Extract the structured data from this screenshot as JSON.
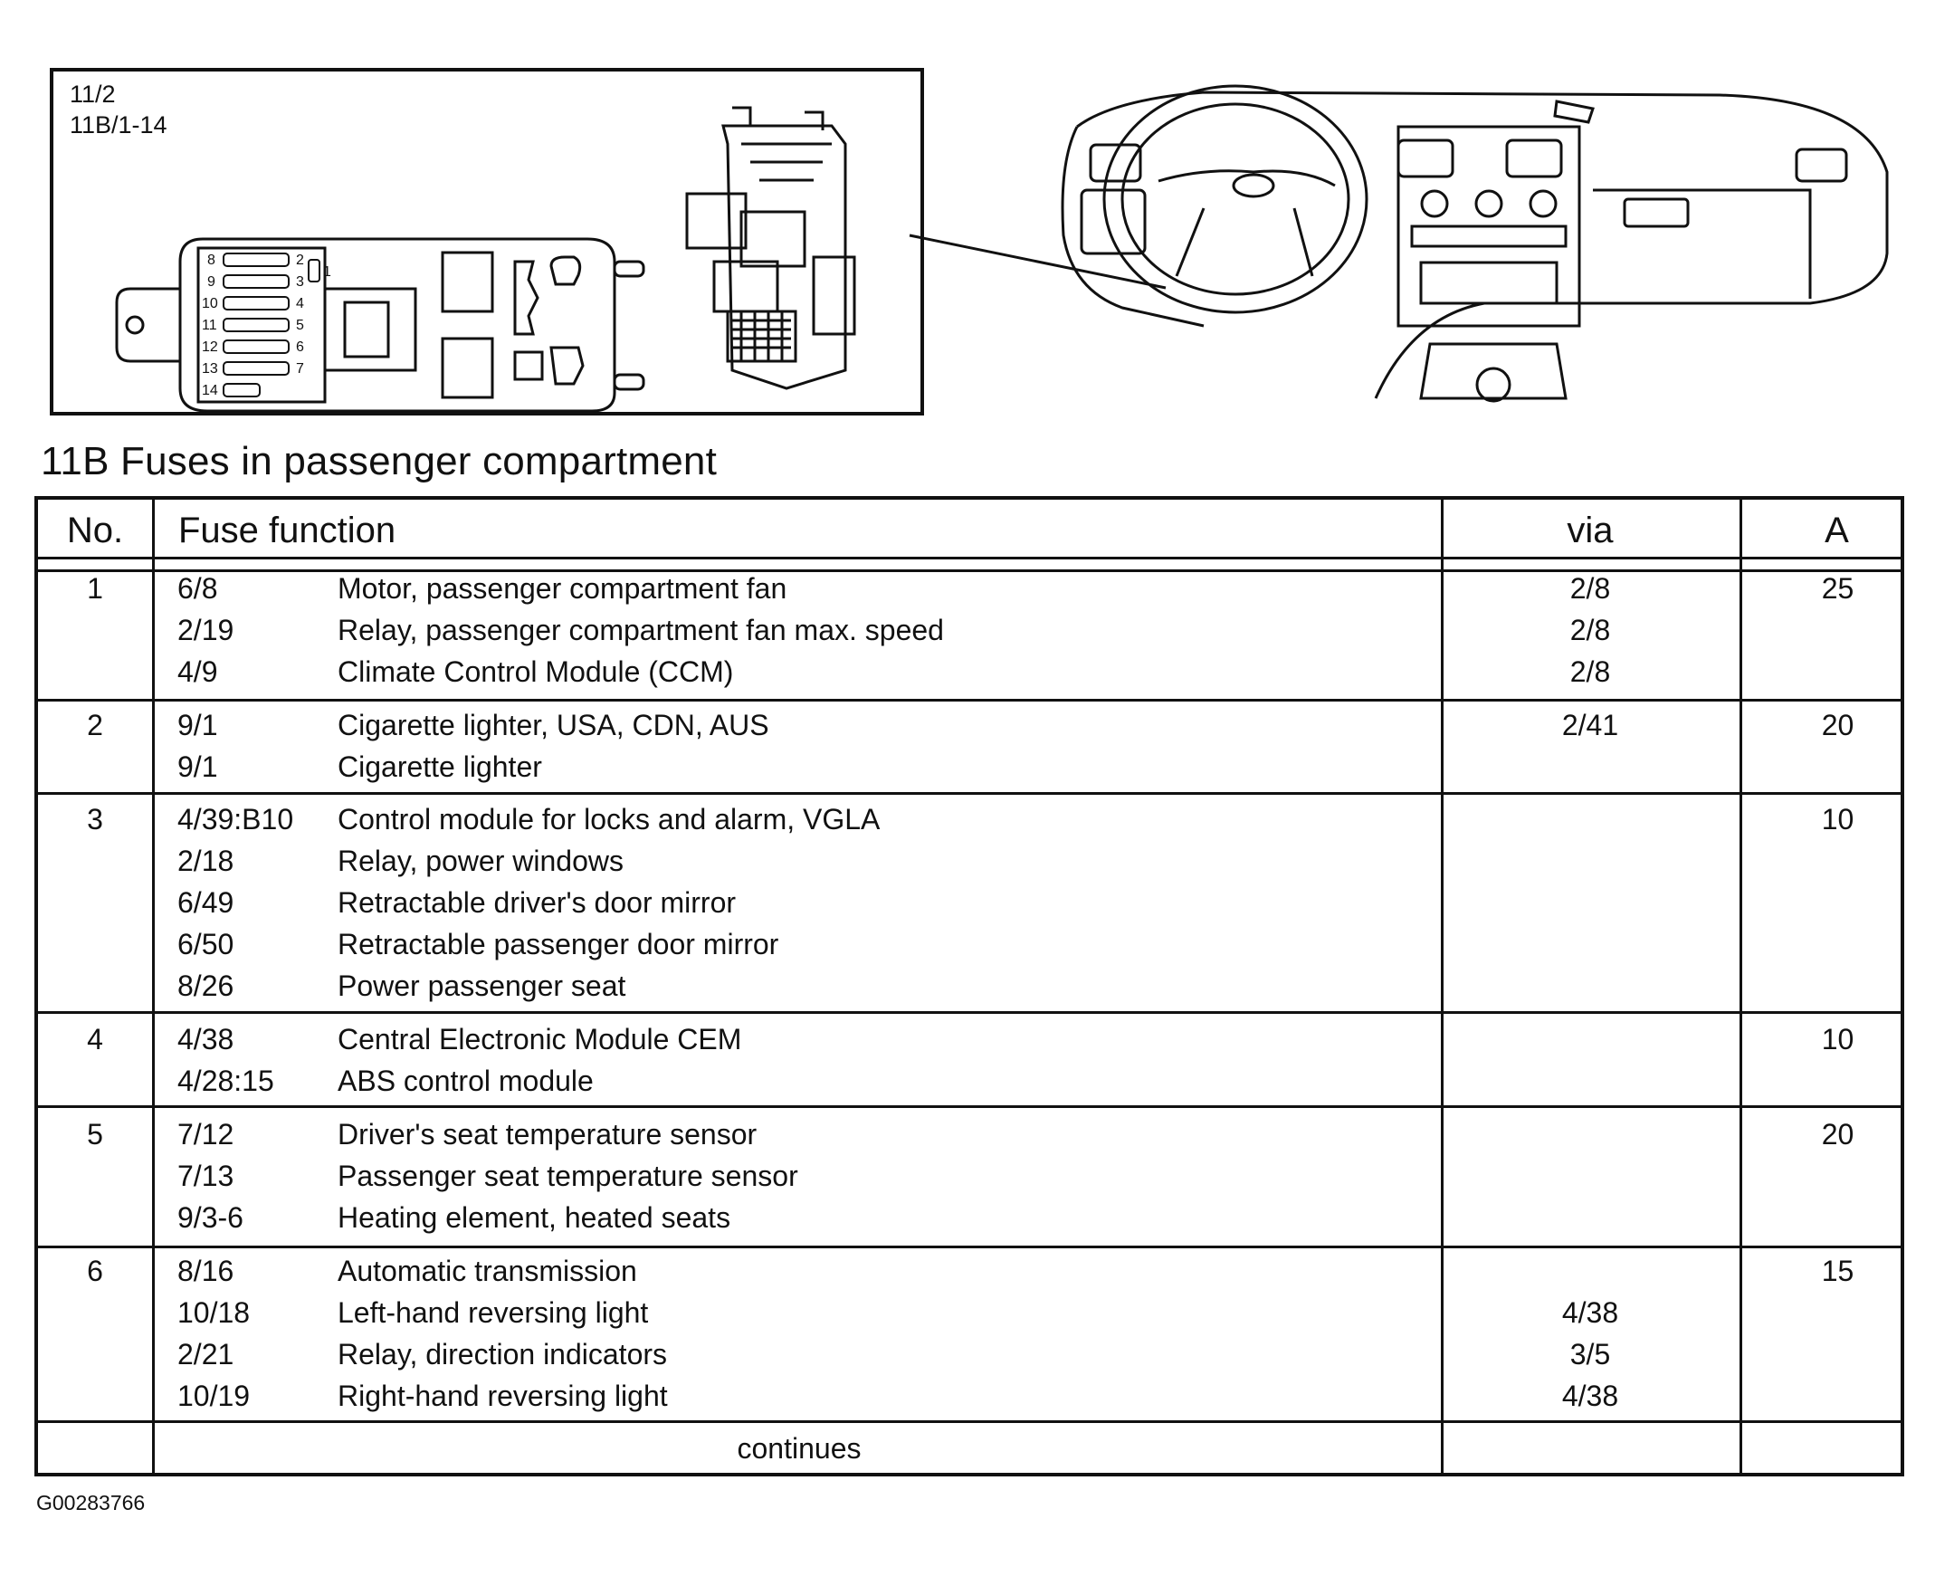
{
  "figure": {
    "references": [
      "11/2",
      "11B/1-14"
    ],
    "fuse_numbers": [
      "8",
      "9",
      "10",
      "11",
      "12",
      "13",
      "14",
      "2",
      "3",
      "4",
      "5",
      "6",
      "7",
      "1"
    ],
    "figure_id": "G00283766"
  },
  "section_title": "11B Fuses in passenger compartment",
  "table": {
    "headers": {
      "no": "No.",
      "function": "Fuse function",
      "via": "via",
      "amp": "A"
    },
    "groups": [
      {
        "no": "1",
        "amp": "25",
        "rows": [
          {
            "code": "6/8",
            "function": "Motor, passenger compartment fan",
            "via": "2/8"
          },
          {
            "code": "2/19",
            "function": "Relay, passenger compartment fan max. speed",
            "via": "2/8"
          },
          {
            "code": "4/9",
            "function": "Climate Control Module (CCM)",
            "via": "2/8"
          }
        ]
      },
      {
        "no": "2",
        "amp": "20",
        "rows": [
          {
            "code": "9/1",
            "function": "Cigarette lighter, USA, CDN, AUS",
            "via": "2/41"
          },
          {
            "code": "9/1",
            "function": "Cigarette lighter",
            "via": ""
          }
        ]
      },
      {
        "no": "3",
        "amp": "10",
        "rows": [
          {
            "code": "4/39:B10",
            "function": "Control module for locks and alarm, VGLA",
            "via": ""
          },
          {
            "code": "2/18",
            "function": "Relay, power windows",
            "via": ""
          },
          {
            "code": "6/49",
            "function": "Retractable driver's door mirror",
            "via": ""
          },
          {
            "code": "6/50",
            "function": "Retractable passenger door mirror",
            "via": ""
          },
          {
            "code": "8/26",
            "function": "Power passenger seat",
            "via": ""
          }
        ]
      },
      {
        "no": "4",
        "amp": "10",
        "rows": [
          {
            "code": "4/38",
            "function": "Central Electronic Module CEM",
            "via": ""
          },
          {
            "code": "4/28:15",
            "function": "ABS control module",
            "via": ""
          }
        ]
      },
      {
        "no": "5",
        "amp": "20",
        "rows": [
          {
            "code": "7/12",
            "function": "Driver's seat temperature sensor",
            "via": ""
          },
          {
            "code": "7/13",
            "function": "Passenger seat temperature sensor",
            "via": ""
          },
          {
            "code": "9/3-6",
            "function": "Heating element, heated seats",
            "via": ""
          }
        ]
      },
      {
        "no": "6",
        "amp": "15",
        "rows": [
          {
            "code": "8/16",
            "function": "Automatic transmission",
            "via": ""
          },
          {
            "code": "10/18",
            "function": "Left-hand reversing light",
            "via": "4/38"
          },
          {
            "code": "2/21",
            "function": "Relay, direction indicators",
            "via": "3/5"
          },
          {
            "code": "10/19",
            "function": "Right-hand reversing light",
            "via": "4/38"
          }
        ]
      }
    ],
    "continues": "continues"
  }
}
